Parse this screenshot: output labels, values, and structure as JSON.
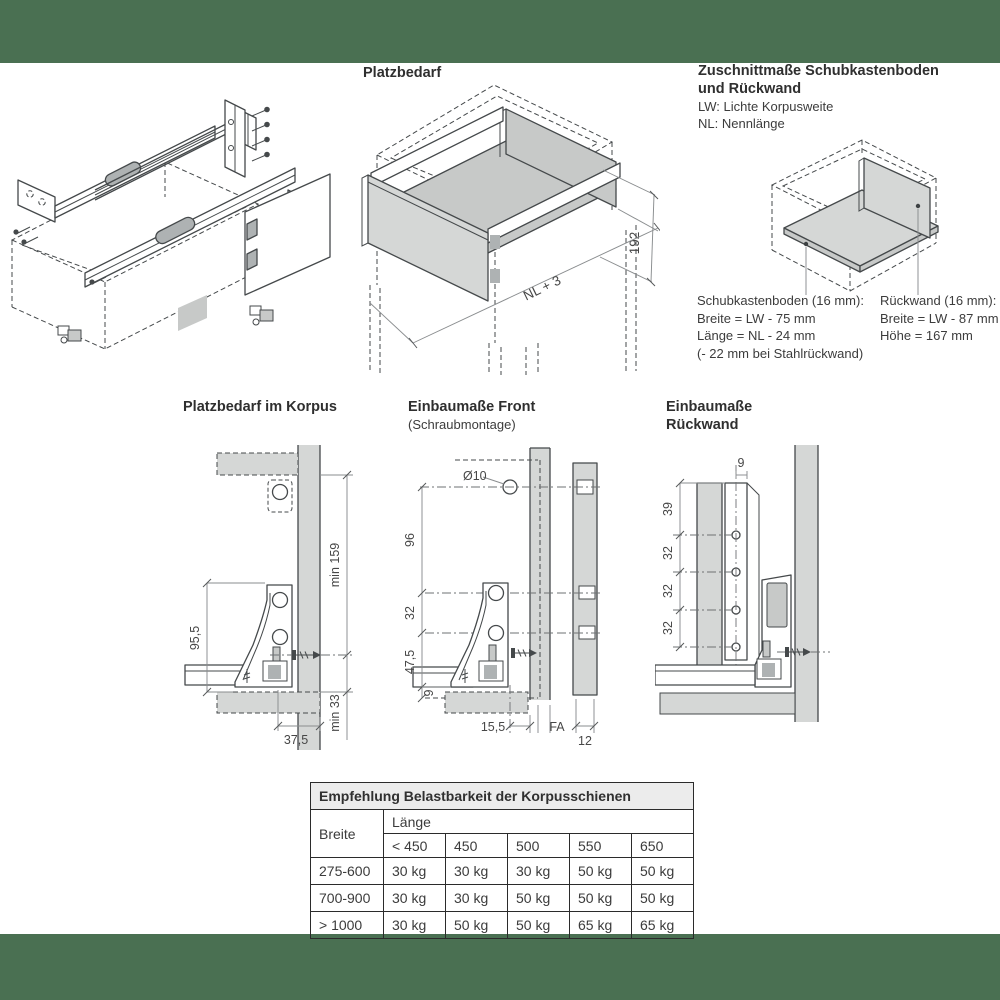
{
  "page": {
    "band_color": "#4a7052",
    "background": "#ffffff"
  },
  "sections": {
    "platzbedarf": {
      "title": "Platzbedarf",
      "dim_height": "192",
      "dim_length": "NL + 3"
    },
    "zuschnitt": {
      "title1": "Zuschnittmaße Schubkastenboden",
      "title2": "und Rückwand",
      "lw": "LW: Lichte Korpusweite",
      "nl": "NL: Nennlänge",
      "boden_heading": "Schubkastenboden (16 mm):",
      "boden_line1": "Breite = LW - 75 mm",
      "boden_line2": "Länge = NL - 24 mm",
      "boden_line3": "(- 22 mm bei Stahlrückwand)",
      "rueckwand_heading": "Rückwand (16 mm):",
      "rueckwand_line1": "Breite = LW - 87 mm",
      "rueckwand_line2": "Höhe = 167 mm"
    },
    "korpus": {
      "title": "Platzbedarf im Korpus",
      "dim_bracket_height": "95,5",
      "dim_min_height": "min 159",
      "dim_depth": "37,5",
      "dim_min_bottom": "min 33"
    },
    "front": {
      "title": "Einbaumaße Front",
      "subtitle": "(Schraubmontage)",
      "dim_hole": "Ø10",
      "dim_96": "96",
      "dim_32": "32",
      "dim_475": "47,5",
      "dim_9": "9",
      "dim_155": "15,5",
      "dim_fa": "FA",
      "dim_12": "12"
    },
    "rueckwand": {
      "title1": "Einbaumaße",
      "title2": "Rückwand",
      "dim_9": "9",
      "dim_39": "39",
      "dim_32a": "32",
      "dim_32b": "32",
      "dim_32c": "32"
    }
  },
  "table": {
    "title": "Empfehlung Belastbarkeit der Korpusschienen",
    "breite_header": "Breite",
    "laenge_header": "Länge",
    "length_cols": [
      "< 450",
      "450",
      "500",
      "550",
      "650"
    ],
    "rows": [
      {
        "breite": "275-600",
        "values": [
          "30 kg",
          "30 kg",
          "30 kg",
          "50 kg",
          "50 kg"
        ]
      },
      {
        "breite": "700-900",
        "values": [
          "30 kg",
          "30 kg",
          "50 kg",
          "50 kg",
          "50 kg"
        ]
      },
      {
        "breite": "> 1000",
        "values": [
          "30 kg",
          "50 kg",
          "50 kg",
          "65 kg",
          "65 kg"
        ]
      }
    ]
  }
}
